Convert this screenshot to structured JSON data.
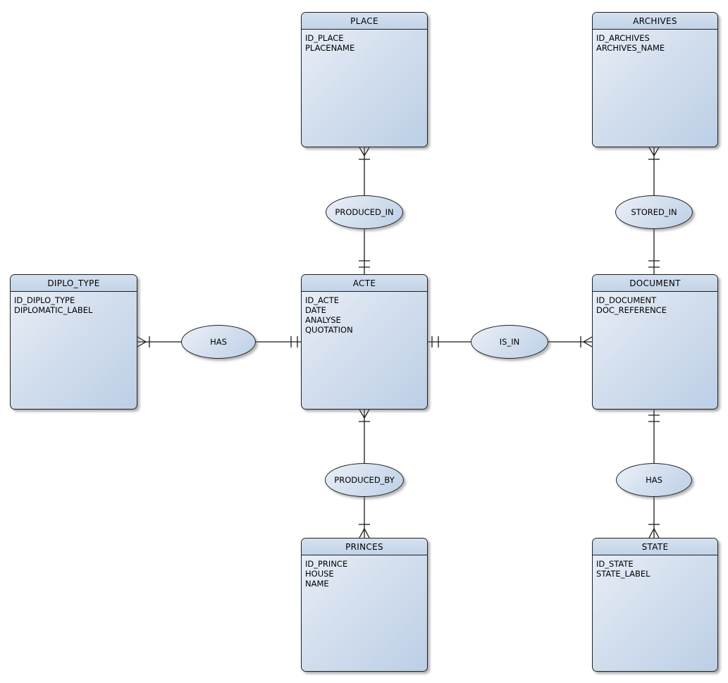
{
  "diagram": {
    "type": "entity-relationship-diagram",
    "background_color": "#ffffff",
    "entity_header_color": "#c6d6e9",
    "entity_body_gradient": [
      "#eaf0f7",
      "#bccfe6"
    ],
    "border_color": "#1f1f1f",
    "line_color": "#1a1a1a"
  },
  "entities": [
    {
      "title": "PLACE",
      "attributes": [
        "ID_PLACE",
        "PLACENAME"
      ]
    },
    {
      "title": "ARCHIVES",
      "attributes": [
        "ID_ARCHIVES",
        "ARCHIVES_NAME"
      ]
    },
    {
      "title": "DIPLO_TYPE",
      "attributes": [
        "ID_DIPLO_TYPE",
        "DIPLOMATIC_LABEL"
      ]
    },
    {
      "title": "ACTE",
      "attributes": [
        "ID_ACTE",
        "DATE",
        "ANALYSE",
        "QUOTATION"
      ]
    },
    {
      "title": "DOCUMENT",
      "attributes": [
        "ID_DOCUMENT",
        "DOC_REFERENCE"
      ]
    },
    {
      "title": "PRINCES",
      "attributes": [
        "ID_PRINCE",
        "HOUSE",
        "NAME"
      ]
    },
    {
      "title": "STATE",
      "attributes": [
        "ID_STATE",
        "STATE_LABEL"
      ]
    }
  ],
  "relationships": [
    {
      "label": "PRODUCED_IN",
      "ends": [
        {
          "entity": "PLACE",
          "notation": "crows-foot-with-tick"
        },
        {
          "entity": "ACTE",
          "notation": "double-tick"
        }
      ]
    },
    {
      "label": "STORED_IN",
      "ends": [
        {
          "entity": "ARCHIVES",
          "notation": "crows-foot-with-tick"
        },
        {
          "entity": "DOCUMENT",
          "notation": "double-tick"
        }
      ]
    },
    {
      "label": "HAS",
      "ends": [
        {
          "entity": "DIPLO_TYPE",
          "notation": "crows-foot-with-tick"
        },
        {
          "entity": "ACTE",
          "notation": "double-tick"
        }
      ]
    },
    {
      "label": "IS_IN",
      "ends": [
        {
          "entity": "ACTE",
          "notation": "double-tick"
        },
        {
          "entity": "DOCUMENT",
          "notation": "crows-foot-with-tick"
        }
      ]
    },
    {
      "label": "PRODUCED_BY",
      "ends": [
        {
          "entity": "ACTE",
          "notation": "crows-foot-with-tick"
        },
        {
          "entity": "PRINCES",
          "notation": "crows-foot-with-tick"
        }
      ]
    },
    {
      "label": "HAS",
      "ends": [
        {
          "entity": "DOCUMENT",
          "notation": "double-tick"
        },
        {
          "entity": "STATE",
          "notation": "crows-foot-with-tick"
        }
      ]
    }
  ]
}
